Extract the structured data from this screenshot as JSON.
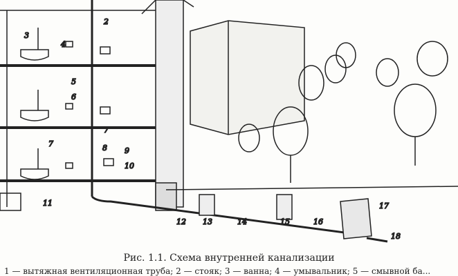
{
  "figure": {
    "caption": "Рис. 1.1. Схема внутренней канализации",
    "legend_line": "1 — вытяжная вентиляционная труба; 2 — стояк; 3 — ванна; 4 — умывальник; 5 — смывной ба...",
    "labels": [
      "2",
      "3",
      "4",
      "5",
      "6",
      "7",
      "7",
      "8",
      "9",
      "10",
      "11",
      "12",
      "13",
      "14",
      "15",
      "16",
      "17",
      "18"
    ]
  }
}
